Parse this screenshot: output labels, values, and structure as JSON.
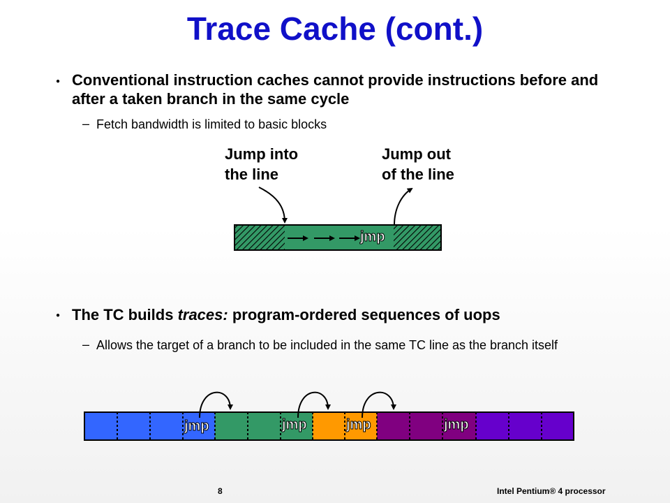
{
  "slide": {
    "title": "Trace Cache (cont.)",
    "bullet1": "Conventional instruction caches cannot provide instructions before and after a taken branch in the same cycle",
    "sub1": "Fetch bandwidth is limited to basic blocks",
    "label_jump_into": "Jump into\nthe line",
    "label_jump_out": "Jump out\nof the line",
    "bullet2_pre": "The TC builds ",
    "bullet2_em": "traces:",
    "bullet2_post": " program-ordered sequences of uops",
    "sub2": "Allows the target of a branch to be included in the same TC line as the branch itself",
    "jmp_label": "jmp",
    "dash": "–",
    "bullet_marker": "●"
  },
  "colors": {
    "title": "#1010c8",
    "green": "#339966",
    "blue": "#3366ff",
    "orange": "#ff9900",
    "purple": "#800080",
    "violet": "#6600cc"
  },
  "footer": {
    "page_number": "8",
    "text": "Intel Pentium® 4 processor"
  }
}
